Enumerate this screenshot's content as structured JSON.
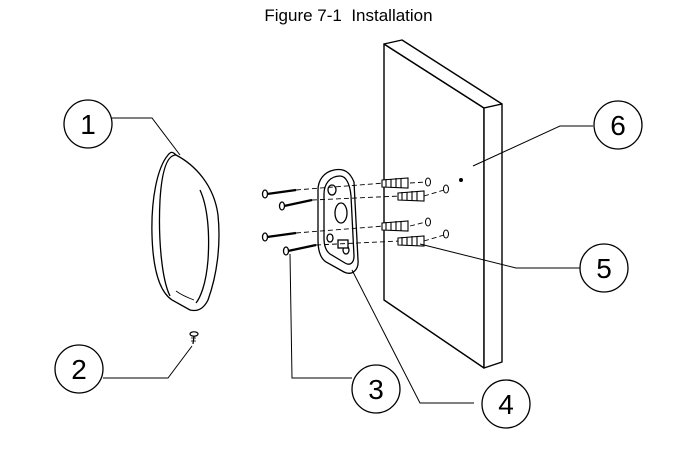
{
  "figure": {
    "title": "Figure 7-1  Installation"
  },
  "callouts": [
    {
      "id": "1",
      "label": "1"
    },
    {
      "id": "2",
      "label": "2"
    },
    {
      "id": "3",
      "label": "3"
    },
    {
      "id": "4",
      "label": "4"
    },
    {
      "id": "5",
      "label": "5"
    },
    {
      "id": "6",
      "label": "6"
    }
  ]
}
